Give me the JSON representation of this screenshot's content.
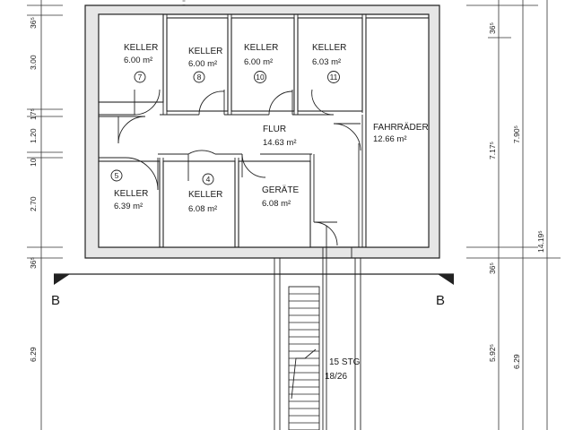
{
  "rooms": [
    {
      "id": "keller-7",
      "name": "KELLER",
      "area": "6.00 m²",
      "number": "7"
    },
    {
      "id": "keller-8",
      "name": "KELLER",
      "area": "6.00 m²",
      "number": "8"
    },
    {
      "id": "keller-10",
      "name": "KELLER",
      "area": "6.00 m²",
      "number": "10"
    },
    {
      "id": "keller-11",
      "name": "KELLER",
      "area": "6.03 m²",
      "number": "11"
    },
    {
      "id": "keller-5",
      "name": "KELLER",
      "area": "6.39 m²",
      "number": "5"
    },
    {
      "id": "keller-4",
      "name": "KELLER",
      "area": "6.08 m²",
      "number": "4"
    },
    {
      "id": "geraete",
      "name": "GERÄTE",
      "area": "6.08 m²"
    },
    {
      "id": "flur",
      "name": "FLUR",
      "area": "14.63 m²"
    },
    {
      "id": "fahrraeder",
      "name": "FAHRRÄDER",
      "area": "12.66 m²"
    }
  ],
  "stairs": {
    "line1": "15 STG",
    "line2": "18/26"
  },
  "section": {
    "left": "B",
    "right": "B"
  },
  "dims_left": {
    "d1": "36⁵",
    "d2": "3.00",
    "d3": "17⁵",
    "d4": "1.20",
    "d5": "10",
    "d6": "2.70",
    "d7": "36⁵",
    "d8": "6.29"
  },
  "dims_right": {
    "d1": "36⁵",
    "d2": "7.17⁵",
    "d3": "7.90⁵",
    "d4": "14.19⁵",
    "d5": "36⁵",
    "d6": "5.92⁵",
    "d7": "6.29"
  }
}
